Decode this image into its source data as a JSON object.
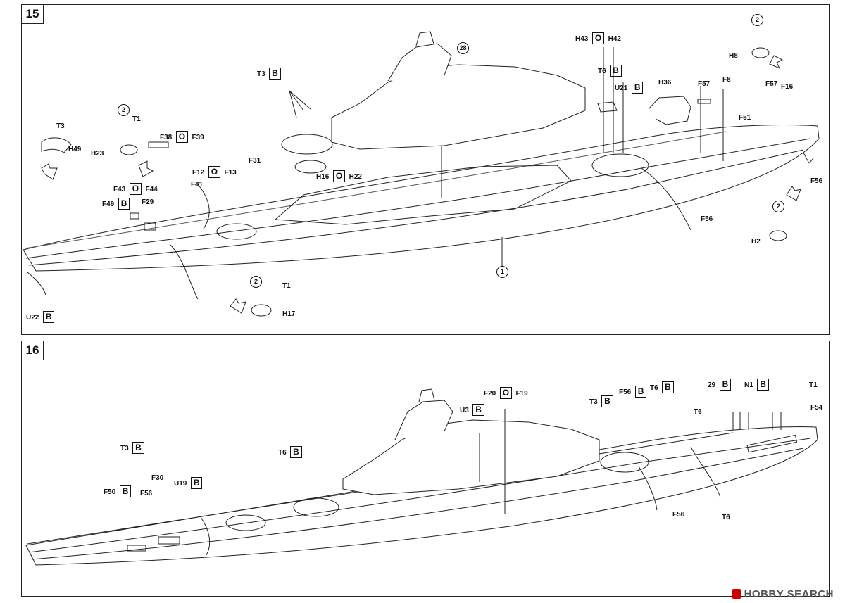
{
  "step15": {
    "number": "15",
    "callouts": {
      "h43": "H43",
      "o_h43": "O",
      "h42": "H42",
      "t6": "T6",
      "b_t6": "B",
      "u21": "U21",
      "b_u21": "B",
      "h36": "H36",
      "f57a": "F57",
      "f8": "F8",
      "f57b": "F57",
      "f16": "F16",
      "h8": "H8",
      "f51": "F51",
      "f56a": "F56",
      "f56b": "F56",
      "h2": "H2",
      "c2a": "2",
      "c2b": "2",
      "c2c": "2",
      "c2d": "2",
      "c28": "28",
      "c1": "1",
      "t3": "T3",
      "b_t3": "B",
      "t1a": "T1",
      "t3b": "T3",
      "h49": "H49",
      "h23": "H23",
      "f38": "F38",
      "o_f38": "O",
      "f39": "F39",
      "f31": "F31",
      "f12": "F12",
      "o_f12": "O",
      "f13": "F13",
      "f41": "F41",
      "h16": "H16",
      "o_h16": "O",
      "h22": "H22",
      "f43": "F43",
      "o_f43": "O",
      "f44": "F44",
      "f49": "F49",
      "b_f49": "B",
      "f29": "F29",
      "t1b": "T1",
      "h17": "H17",
      "u22": "U22",
      "b_u22": "B"
    }
  },
  "step16": {
    "number": "16",
    "callouts": {
      "f20": "F20",
      "o_f20": "O",
      "f19": "F19",
      "u3": "U3",
      "b_u3": "B",
      "t3": "T3",
      "b_t3": "B",
      "f56": "F56",
      "b_f56": "B",
      "t6a": "T6",
      "b_t6a": "B",
      "t6b": "T6",
      "c29": "29",
      "b_29": "B",
      "n1": "N1",
      "b_n1": "B",
      "t1": "T1",
      "f54": "F54",
      "t3b": "T3",
      "b_t3b": "B",
      "t6c": "T6",
      "b_t6c": "B",
      "f30": "F30",
      "f56b": "F56",
      "u19": "U19",
      "b_u19": "B",
      "f50": "F50",
      "b_f50": "B",
      "f56c": "F56",
      "t6d": "T6"
    }
  },
  "watermark": "HOBBY SEARCH"
}
